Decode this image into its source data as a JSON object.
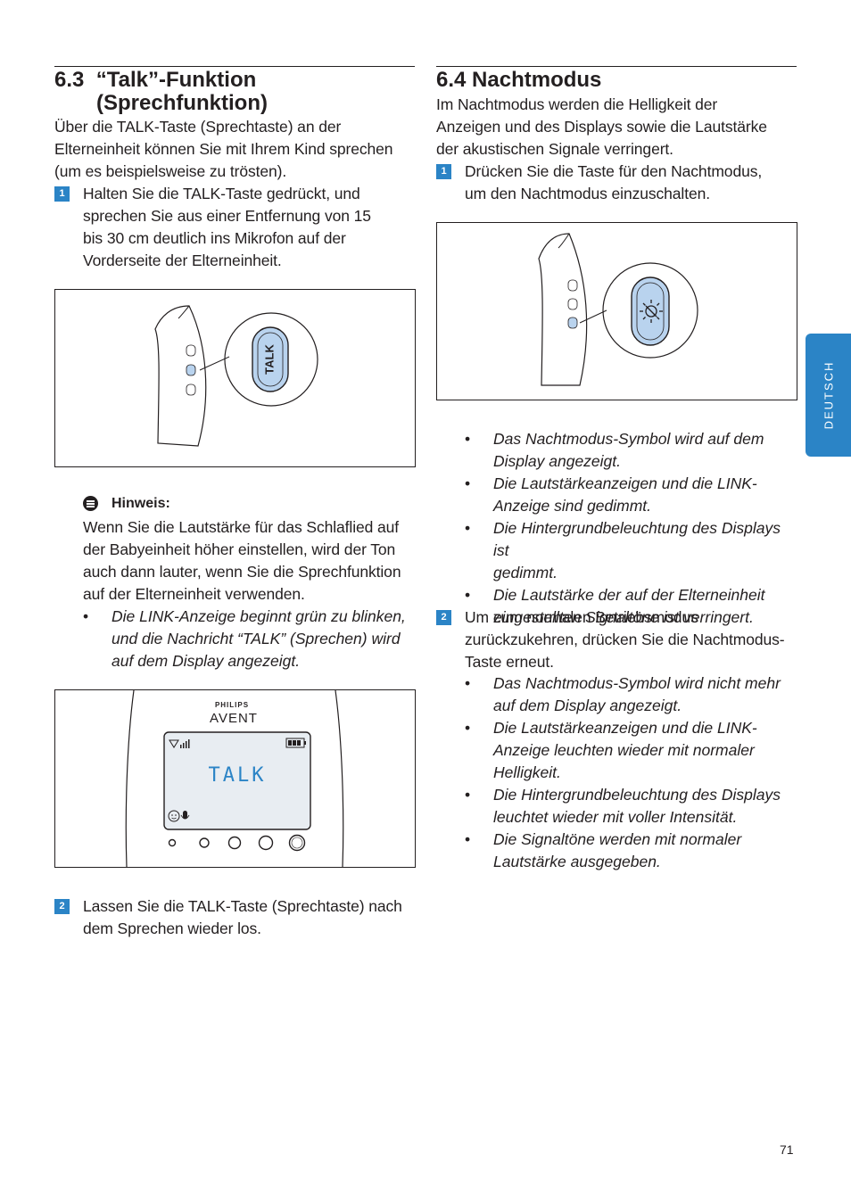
{
  "left": {
    "heading_num": "6.3",
    "heading_line1": "“Talk”-Funktion",
    "heading_line2": "(Sprechfunktion)",
    "intro": [
      "Über die TALK-Taste (Sprechtaste) an der",
      "Elterneinheit können Sie mit Ihrem Kind sprechen",
      "(um es beispielsweise zu trösten)."
    ],
    "step1_num": "1",
    "step1": [
      "Halten Sie die TALK-Taste gedrückt, und",
      "sprechen Sie aus einer Entfernung von 15",
      "bis 30 cm deutlich ins Mikrofon auf der",
      "Vorderseite der Elterneinheit."
    ],
    "fig1_button_label": "TALK",
    "hint_title": "Hinweis:",
    "hint_text": [
      "Wenn Sie die Lautstärke für das Schlaflied auf",
      "der Babyeinheit höher einstellen, wird der Ton",
      "auch dann lauter, wenn Sie die Sprechfunktion",
      "auf der Elterneinheit verwenden."
    ],
    "hint_bullet": [
      "Die LINK-Anzeige beginnt grün zu blinken,",
      "und die Nachricht “TALK” (Sprechen) wird",
      "auf dem Display angezeigt."
    ],
    "fig2_brand_top": "PHILIPS",
    "fig2_brand": "AVENT",
    "fig2_display": "TALK",
    "step2_num": "2",
    "step2": [
      "Lassen Sie die TALK-Taste (Sprechtaste) nach",
      "dem Sprechen wieder los."
    ]
  },
  "right": {
    "heading_num": "6.4",
    "heading": "Nachtmodus",
    "intro": [
      "Im Nachtmodus werden die Helligkeit der",
      "Anzeigen und des Displays sowie die Lautstärke",
      "der akustischen Signale verringert."
    ],
    "step1_num": "1",
    "step1": [
      "Drücken Sie die Taste für den Nachtmodus,",
      "um den Nachtmodus einzuschalten."
    ],
    "bullets1": [
      [
        "Das Nachtmodus-Symbol wird auf dem",
        "Display angezeigt."
      ],
      [
        "Die Lautstärkeanzeigen und die LINK-",
        "Anzeige sind gedimmt."
      ],
      [
        "Die Hintergrundbeleuchtung des Displays ist",
        "gedimmt."
      ],
      [
        "Die Lautstärke der auf der Elterneinheit",
        "eingestellten Signaltöne ist verringert."
      ]
    ],
    "step2_num": "2",
    "step2": [
      "Um zum normalen Betriebsmodus",
      "zurückzukehren, drücken Sie die Nachtmodus-",
      "Taste erneut."
    ],
    "bullets2": [
      [
        "Das Nachtmodus-Symbol wird nicht mehr",
        "auf dem Display angezeigt."
      ],
      [
        "Die Lautstärkeanzeigen und die LINK-",
        "Anzeige leuchten wieder mit normaler",
        "Helligkeit."
      ],
      [
        "Die Hintergrundbeleuchtung des Displays",
        "leuchtet wieder mit voller Intensität."
      ],
      [
        "Die Signaltöne werden mit normaler",
        "Lautstärke ausgegeben."
      ]
    ]
  },
  "side_tab": "DEUTSCH",
  "page_number": "71",
  "colors": {
    "accent": "#2b84c6",
    "text": "#231f20",
    "button_fill": "#b9d3ee"
  }
}
